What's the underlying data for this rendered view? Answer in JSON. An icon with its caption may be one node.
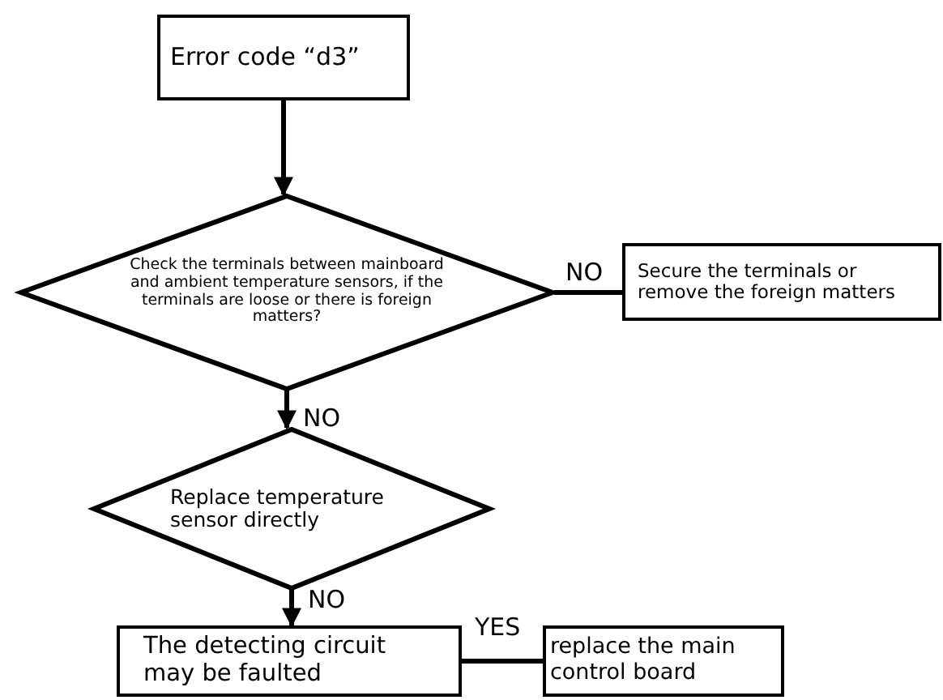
{
  "diagram": {
    "nodes": [
      {
        "text": [
          "Error code “d3”"
        ]
      },
      {
        "text": [
          "Check the terminals between mainboard and ambient temperature sensors, if the terminals are loose or there is foreign matters?"
        ]
      },
      {
        "text": [
          "Secure the terminals or remove the foreign matters"
        ]
      },
      {
        "text": [
          "Replace temperature sensor directly"
        ]
      },
      {
        "text": [
          "The detecting circuit may be faulted"
        ]
      },
      {
        "text": [
          "replace the main control board"
        ]
      }
    ],
    "edges": [
      {
        "from": 0,
        "to": 1,
        "arrow": "to"
      },
      {
        "from": 1,
        "to": 2,
        "arrow": "none",
        "label": "NO"
      },
      {
        "from": 1,
        "to": 3,
        "arrow": "to",
        "label": "NO"
      },
      {
        "from": 3,
        "to": 4,
        "arrow": "to",
        "label": "NO"
      },
      {
        "from": 4,
        "to": 5,
        "arrow": "none",
        "label": "YES"
      }
    ]
  }
}
